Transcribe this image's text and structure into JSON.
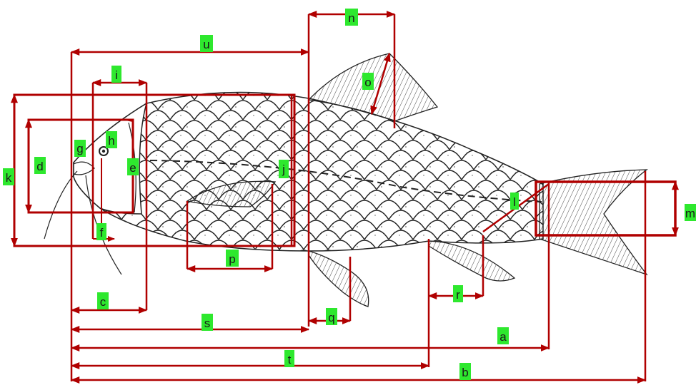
{
  "diagram": {
    "subject": "fish",
    "colors": {
      "measurement": "#b00000",
      "label_background": "#2ee82e",
      "label_text": "#1a1a1a",
      "drawing": "#222222"
    },
    "labels": {
      "a": "a",
      "b": "b",
      "c": "c",
      "d": "d",
      "e": "e",
      "f": "f",
      "g": "g",
      "h": "h",
      "i": "i",
      "j": "j",
      "k": "k",
      "l": "l",
      "m": "m",
      "n": "n",
      "o": "o",
      "p": "p",
      "q": "q",
      "r": "r",
      "s": "s",
      "t": "t",
      "u": "u"
    }
  }
}
